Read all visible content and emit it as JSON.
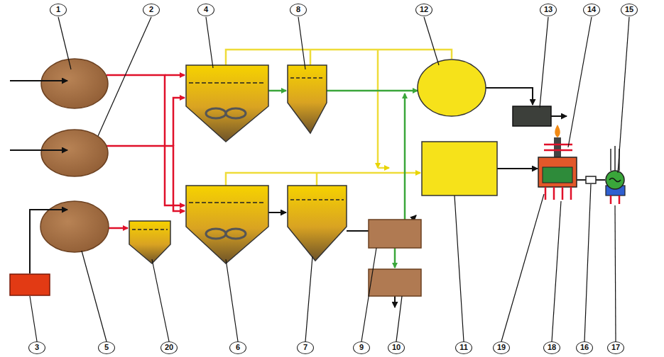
{
  "diagram": {
    "labels": [
      "1",
      "2",
      "4",
      "8",
      "12",
      "13",
      "14",
      "15",
      "3",
      "5",
      "20",
      "6",
      "7",
      "9",
      "10",
      "11",
      "19",
      "18",
      "16",
      "17"
    ]
  }
}
